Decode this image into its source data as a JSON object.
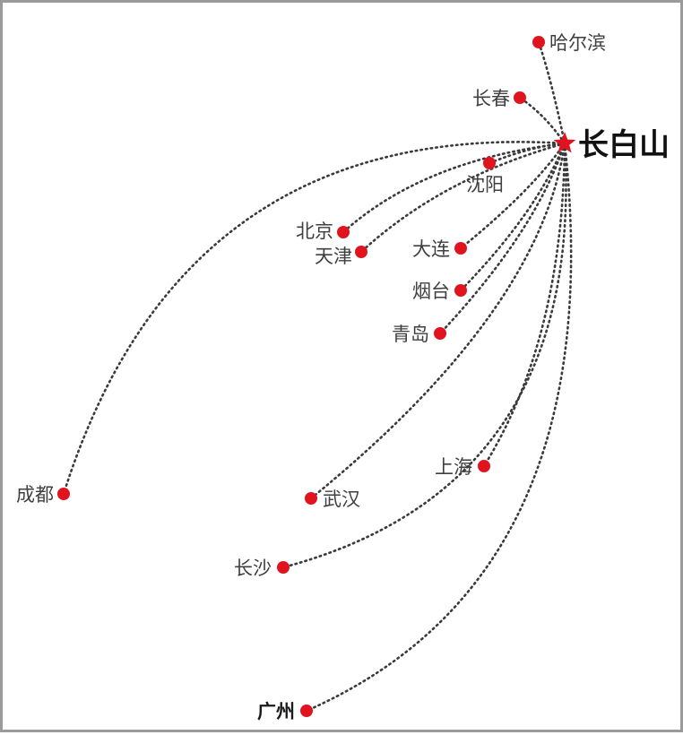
{
  "map": {
    "hub": {
      "name": "长白山",
      "marker_icon": "star-icon",
      "color": "#e0141e"
    },
    "city_marker_color": "#e0141e",
    "cities": [
      {
        "id": "harbin",
        "name": "哈尔滨"
      },
      {
        "id": "changchun",
        "name": "长春"
      },
      {
        "id": "shenyang",
        "name": "沈阳"
      },
      {
        "id": "beijing",
        "name": "北京"
      },
      {
        "id": "tianjin",
        "name": "天津"
      },
      {
        "id": "dalian",
        "name": "大连"
      },
      {
        "id": "yantai",
        "name": "烟台"
      },
      {
        "id": "qingdao",
        "name": "青岛"
      },
      {
        "id": "shanghai",
        "name": "上海"
      },
      {
        "id": "chengdu",
        "name": "成都"
      },
      {
        "id": "wuhan",
        "name": "武汉"
      },
      {
        "id": "changsha",
        "name": "长沙"
      },
      {
        "id": "guangzhou",
        "name": "广州"
      }
    ]
  }
}
